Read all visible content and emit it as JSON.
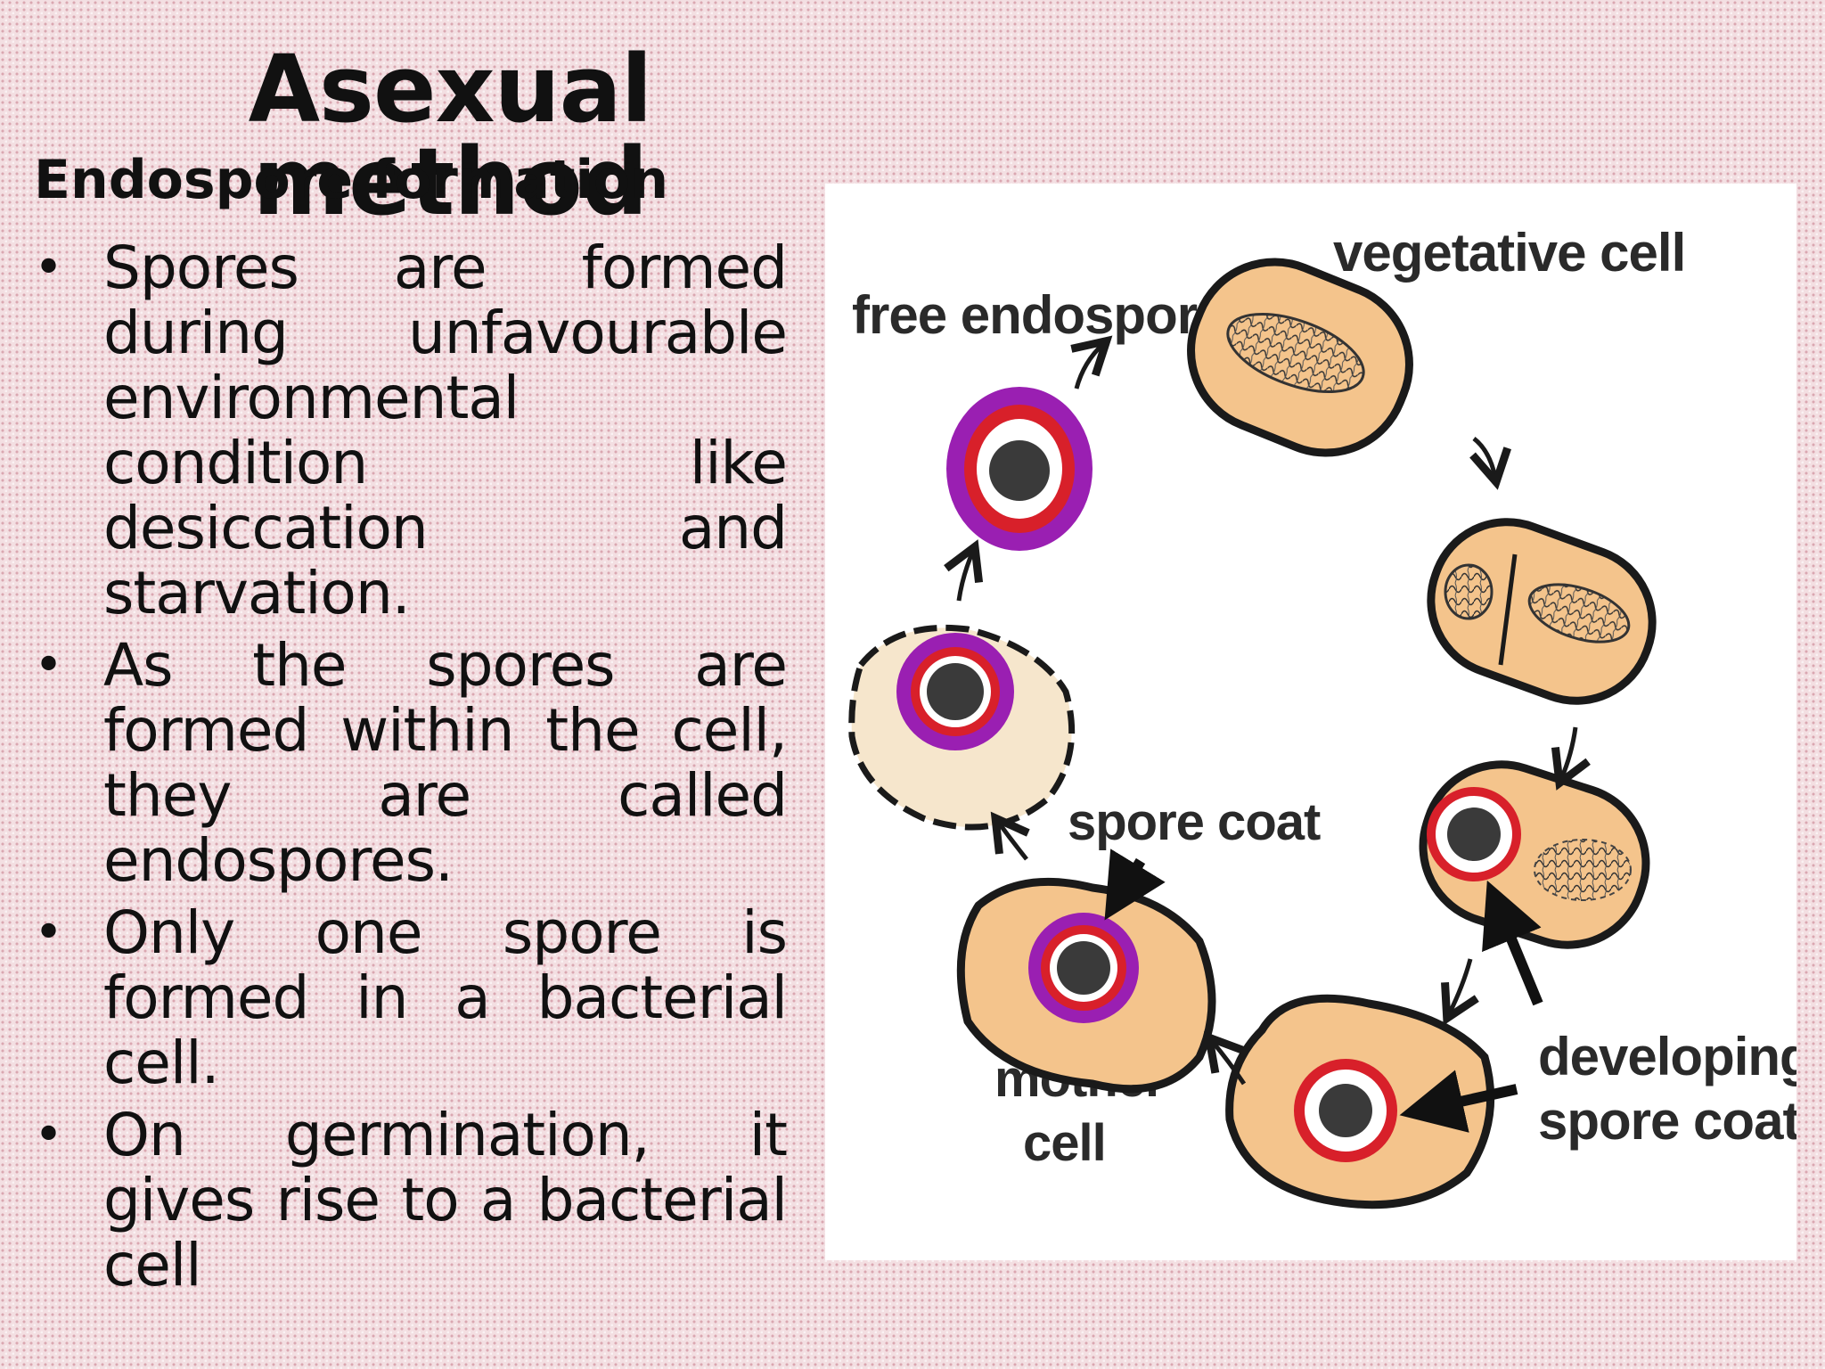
{
  "slide": {
    "title": "Asexual method",
    "subtitle": "Endospore formation",
    "bullets": [
      "Spores are formed during unfavourable environmental condition like desiccation and starvation.",
      "As the spores are formed within the cell, they are called endospores.",
      "Only one spore is formed in a bacterial cell.",
      "On germination, it gives rise to a bacterial cell"
    ],
    "bullet_glyph": "•"
  },
  "diagram": {
    "labels": {
      "vegetative_cell": "vegetative cell",
      "free_endospore": "free endospore",
      "spore_coat": "spore coat",
      "mother_cell_line1": "mother",
      "mother_cell_line2": "cell",
      "developing_line1": "developing",
      "developing_line2": "spore coat"
    },
    "colors": {
      "cell_fill": "#f4c48c",
      "pale_cell_fill": "#f6e6cc",
      "spore_core": "#3a3a3a",
      "spore_coat_red": "#d8202a",
      "spore_purple": "#9a1fb2",
      "outline": "#1a1a1a",
      "background_pink": "#f3dfe2"
    }
  }
}
